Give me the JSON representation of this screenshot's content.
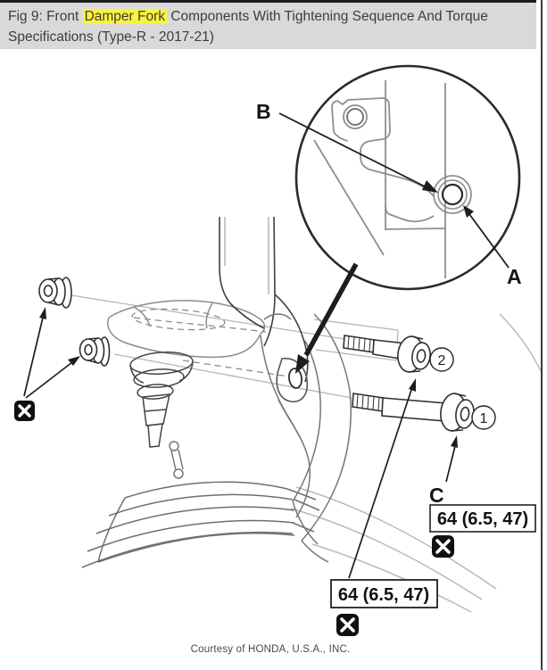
{
  "header": {
    "title_prefix": "Fig 9: Front ",
    "title_highlight": "Damper Fork",
    "title_suffix": " Components With Tightening Sequence And Torque Specifications (Type-R - 2017-21)"
  },
  "diagram": {
    "labels": {
      "a": "A",
      "b": "B",
      "c": "C"
    },
    "sequence": {
      "first": "1",
      "second": "2"
    },
    "torque": {
      "upper_box": "64 (6.5, 47)",
      "lower_box": "64 (6.5, 47)"
    },
    "icons": {
      "x_mark": "✕",
      "magnifier_inset": "zoom-detail-circle"
    }
  },
  "footer": {
    "credit": "Courtesy of HONDA, U.S.A., INC."
  },
  "colors": {
    "header_bg": "#d9d9d9",
    "highlight": "#fbf23c",
    "x_badge": "#101010",
    "line_dark": "#2f2f2f",
    "line_mid": "#787878",
    "line_light": "#b5b5b5"
  }
}
